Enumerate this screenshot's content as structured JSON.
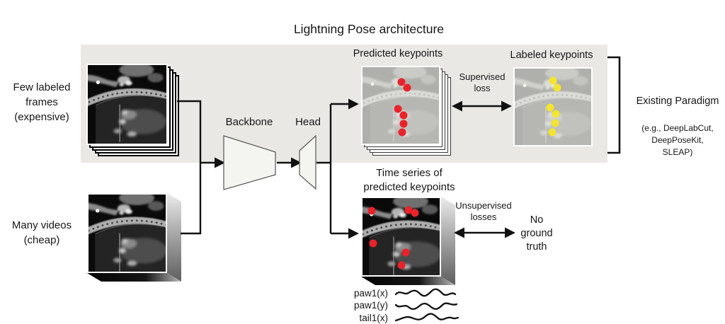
{
  "title": "Lightning Pose architecture",
  "inputs": {
    "few_labeled": "Few labeled\nframes\n(expensive)",
    "many_videos": "Many videos\n(cheap)"
  },
  "model": {
    "backbone": "Backbone",
    "head": "Head"
  },
  "supervised_branch": {
    "predicted_title": "Predicted keypoints",
    "labeled_title": "Labeled keypoints",
    "loss": "Supervised\nloss",
    "paradigm_title": "Existing Paradigm",
    "paradigm_examples": "(e.g., DeepLabCut,\nDeepPoseKit,\nSLEAP)"
  },
  "unsupervised_branch": {
    "timeseries_title": "Time series of\npredicted keypoints",
    "loss": "Unsupervised\nlosses",
    "result": "No\nground\ntruth",
    "traces": [
      {
        "label": "paw1(x)"
      },
      {
        "label": "paw1(y)"
      },
      {
        "label": "tail1(x)"
      }
    ]
  },
  "keypoints": {
    "predicted": [
      [
        0.51,
        0.19
      ],
      [
        0.58,
        0.27
      ],
      [
        0.46,
        0.55
      ],
      [
        0.54,
        0.63
      ],
      [
        0.54,
        0.74
      ],
      [
        0.52,
        0.85
      ]
    ],
    "labeled": [
      [
        0.5,
        0.16
      ],
      [
        0.56,
        0.25
      ],
      [
        0.46,
        0.51
      ],
      [
        0.54,
        0.59
      ],
      [
        0.53,
        0.71
      ],
      [
        0.49,
        0.83
      ]
    ],
    "timeseries": [
      [
        0.13,
        0.18
      ],
      [
        0.59,
        0.17
      ],
      [
        0.67,
        0.2
      ],
      [
        0.15,
        0.58
      ],
      [
        0.56,
        0.7
      ],
      [
        0.5,
        0.86
      ]
    ]
  },
  "colors": {
    "panel_bg": "#e9e8e5",
    "predicted_dot": "#e8232b",
    "labeled_dot": "#f2e430",
    "timeseries_dot": "#e8232b",
    "line": "#111111"
  }
}
